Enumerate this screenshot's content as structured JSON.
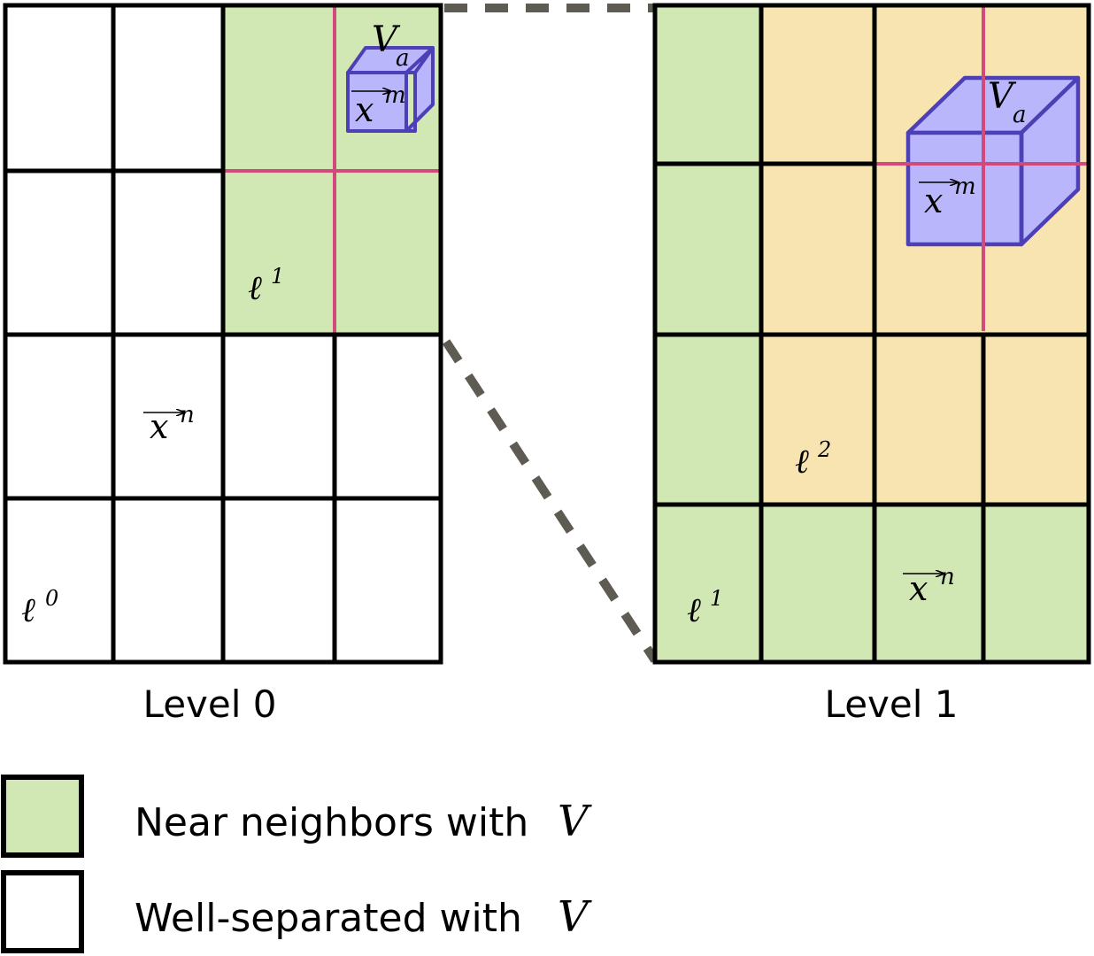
{
  "panels": {
    "level0": {
      "caption": "Level 0"
    },
    "level1": {
      "caption": "Level 1"
    }
  },
  "math_labels": {
    "ell": "ℓ",
    "sup0": "0",
    "sup1": "1",
    "sup2": "2",
    "x": "x",
    "sup_m": "m",
    "sup_n": "n",
    "V": "V",
    "sub_a": "a"
  },
  "legend": {
    "near": {
      "text": "Near neighbors with",
      "symbol": "V"
    },
    "well": {
      "text": "Well-separated with",
      "symbol": "V"
    }
  },
  "colors": {
    "near_green": "#d1e7b4",
    "orange": "#f8e4b0",
    "grid_line": "#000000",
    "pink_line": "#d24a7a",
    "cube_fill": "#b9b6fb",
    "cube_stroke": "#4d3fb5",
    "dash": "#5e5b52"
  }
}
